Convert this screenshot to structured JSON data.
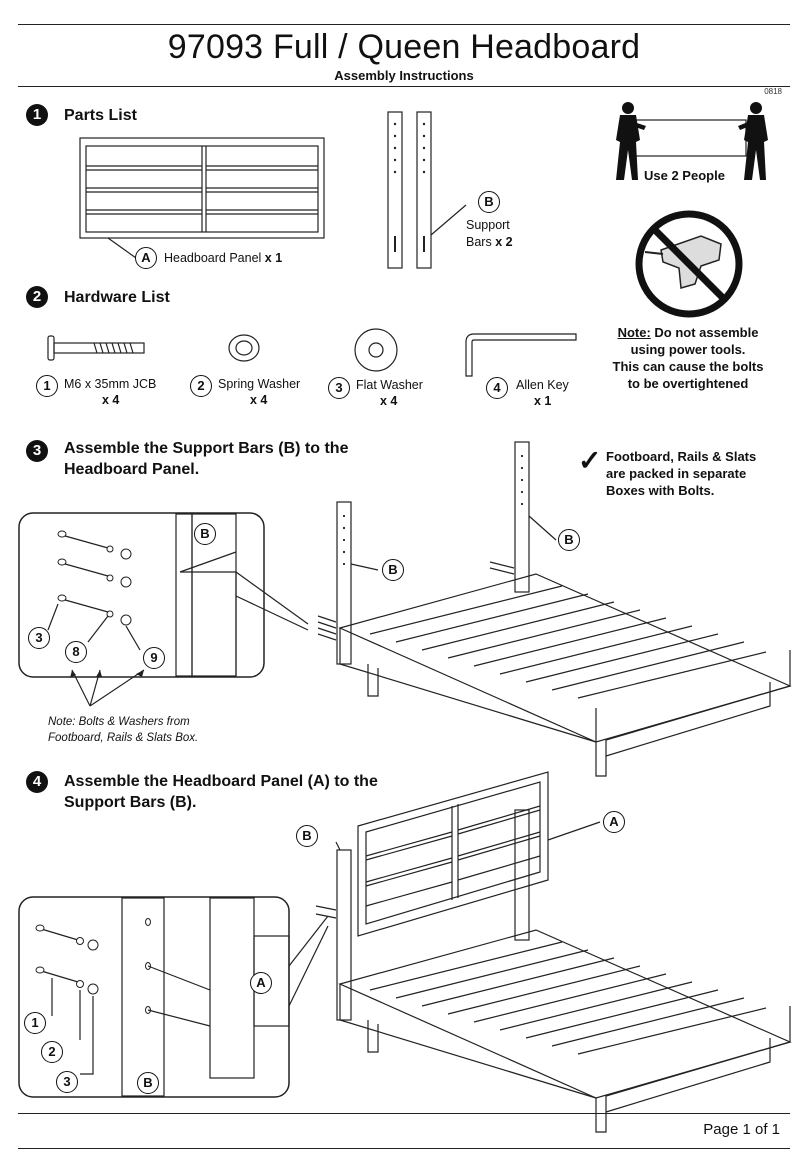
{
  "header": {
    "title": "97093 Full / Queen Headboard",
    "subtitle": "Assembly Instructions",
    "code": "0818"
  },
  "sections": [
    {
      "num": "1",
      "title": "Parts List"
    },
    {
      "num": "2",
      "title": "Hardware List"
    },
    {
      "num": "3",
      "title": "Assemble the Support Bars (B) to the",
      "title2": "Headboard Panel."
    },
    {
      "num": "4",
      "title": "Assemble the Headboard Panel (A) to the",
      "title2": "Support Bars (B)."
    }
  ],
  "parts": {
    "a": {
      "letter": "A",
      "label": "Headboard Panel",
      "qty": "x 1"
    },
    "b": {
      "letter": "B",
      "label1": "Support",
      "label2": "Bars",
      "qty": "x 2"
    }
  },
  "hardware": [
    {
      "num": "1",
      "label": "M6 x 35mm JCB",
      "qty": "x 4"
    },
    {
      "num": "2",
      "label": "Spring Washer",
      "qty": "x 4"
    },
    {
      "num": "3",
      "label": "Flat Washer",
      "qty": "x 4"
    },
    {
      "num": "4",
      "label": "Allen Key",
      "qty": "x 1"
    }
  ],
  "sidebar": {
    "two_people": "Use 2 People",
    "note_label": "Note:",
    "note_rest": "Do not assemble",
    "note_lines": [
      "using power tools.",
      "This can cause the bolts",
      "to be overtightened"
    ],
    "packed_lines": [
      "Footboard, Rails & Slats",
      "are packed in separate",
      "Boxes with Bolts."
    ]
  },
  "step3": {
    "callouts": {
      "b_detail": "B",
      "b1": "B",
      "b2": "B",
      "n3": "3",
      "n8": "8",
      "n9": "9"
    },
    "note_lines": [
      "Note: Bolts & Washers from",
      "Footboard, Rails & Slats Box."
    ]
  },
  "step4": {
    "callouts": {
      "b_top": "B",
      "a_top": "A",
      "a_detail": "A",
      "b_detail": "B",
      "n1": "1",
      "n2": "2",
      "n3": "3"
    }
  },
  "footer": {
    "page": "Page 1 of 1"
  },
  "colors": {
    "ink": "#111111",
    "line": "#222222"
  }
}
